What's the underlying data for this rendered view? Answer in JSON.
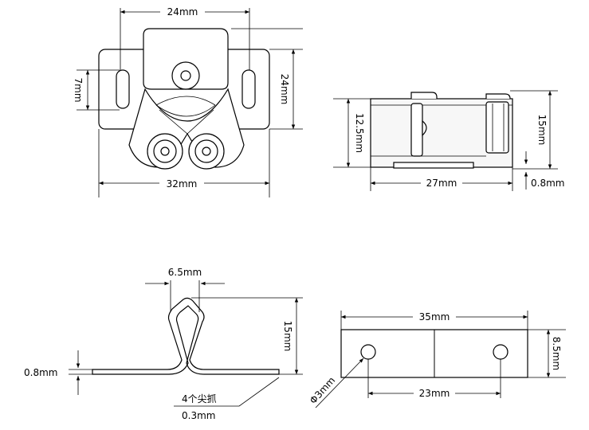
{
  "views": {
    "top": {
      "dim_width_top": "24mm",
      "dim_slot": "7mm",
      "dim_height_right": "24mm",
      "dim_width_bottom": "32mm"
    },
    "side": {
      "dim_height_left": "12.5mm",
      "dim_height_right": "15mm",
      "dim_length": "27mm",
      "dim_thickness": "0.8mm"
    },
    "spring": {
      "dim_gap": "6.5mm",
      "dim_height": "15mm",
      "dim_thickness": "0.8mm",
      "note_claws": "4个尖抓",
      "note_tip": "0.3mm"
    },
    "plate": {
      "dim_length": "35mm",
      "dim_height": "8.5mm",
      "dim_hole_spacing": "23mm",
      "dim_hole_dia": "Φ3mm"
    }
  }
}
